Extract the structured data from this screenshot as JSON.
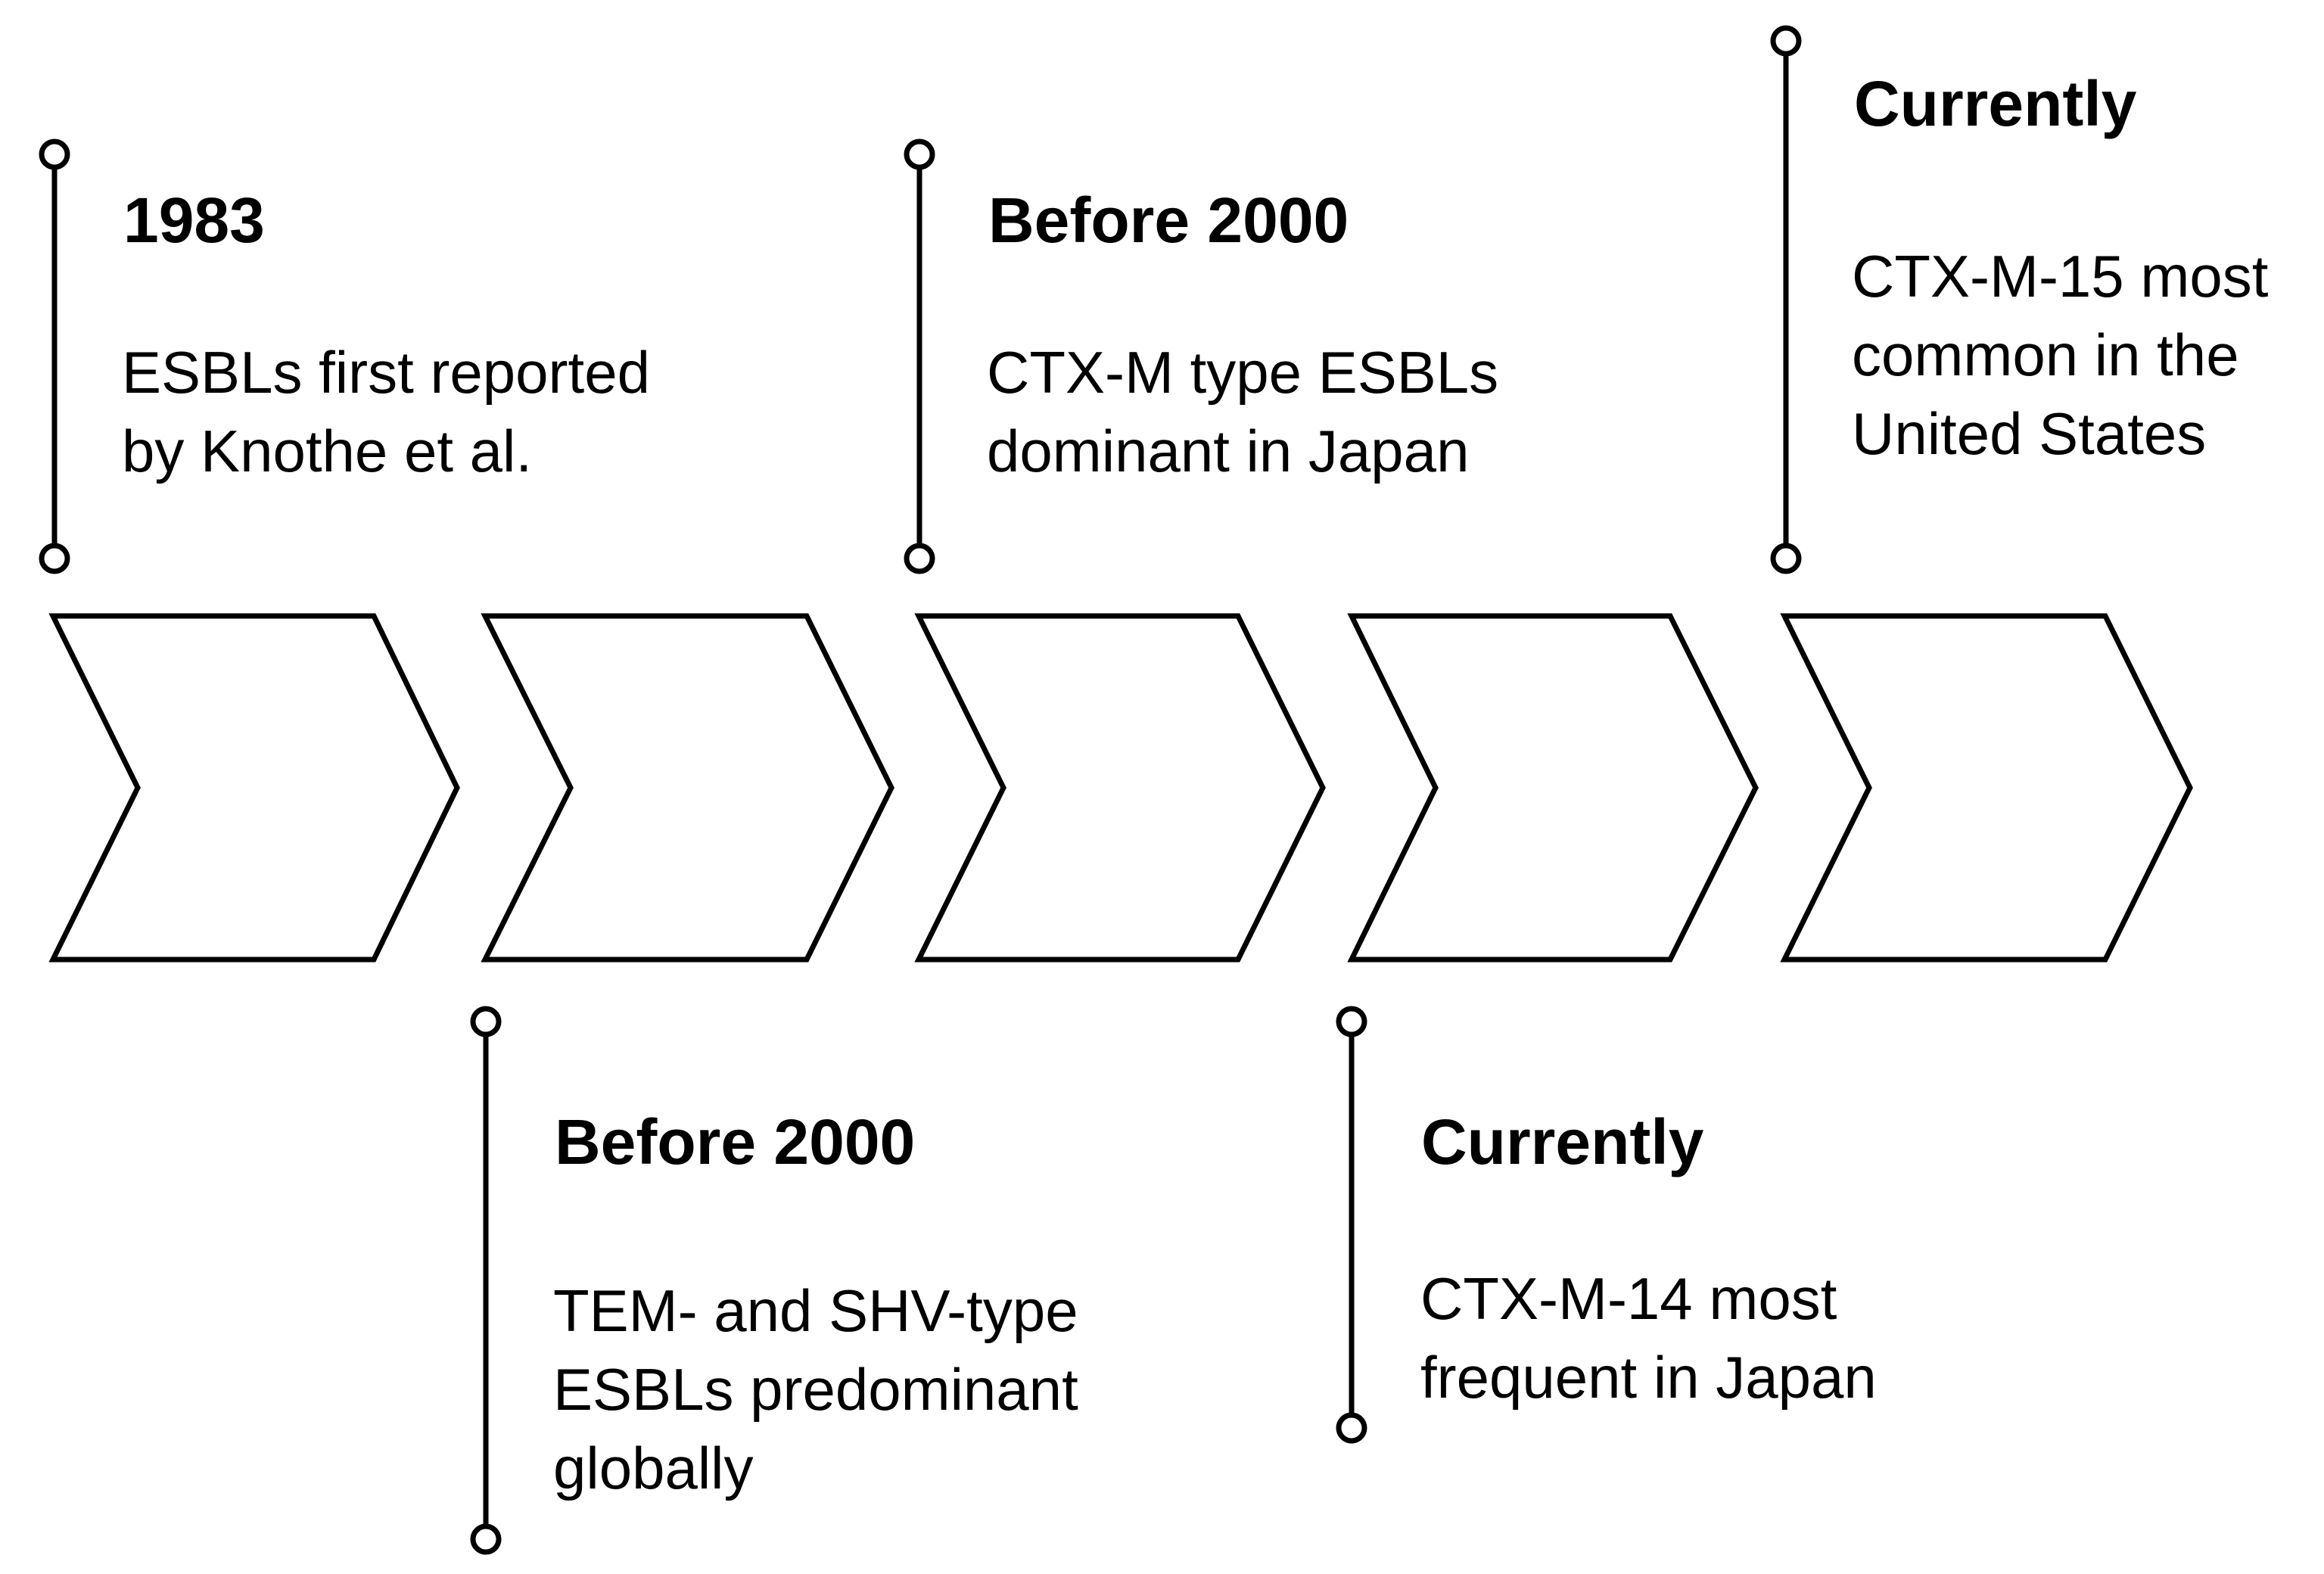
{
  "timeline": {
    "stage_count": 5,
    "events": [
      {
        "title": "1983",
        "lines": [
          "ESBLs first reported",
          "by Knothe et al."
        ],
        "position": "above"
      },
      {
        "title": "Before 2000",
        "lines": [
          "TEM- and SHV-type",
          "ESBLs predominant",
          "globally"
        ],
        "position": "below"
      },
      {
        "title": "Before 2000",
        "lines": [
          "CTX-M type ESBLs",
          "dominant in Japan"
        ],
        "position": "above"
      },
      {
        "title": "Currently",
        "lines": [
          "CTX-M-14 most",
          "frequent in Japan"
        ],
        "position": "below"
      },
      {
        "title": "Currently",
        "lines": [
          "CTX-M-15 most",
          "common in the",
          "United States"
        ],
        "position": "above"
      }
    ]
  },
  "colors": {
    "stroke": "#000000",
    "fill": "#ffffff",
    "text": "#000000"
  }
}
